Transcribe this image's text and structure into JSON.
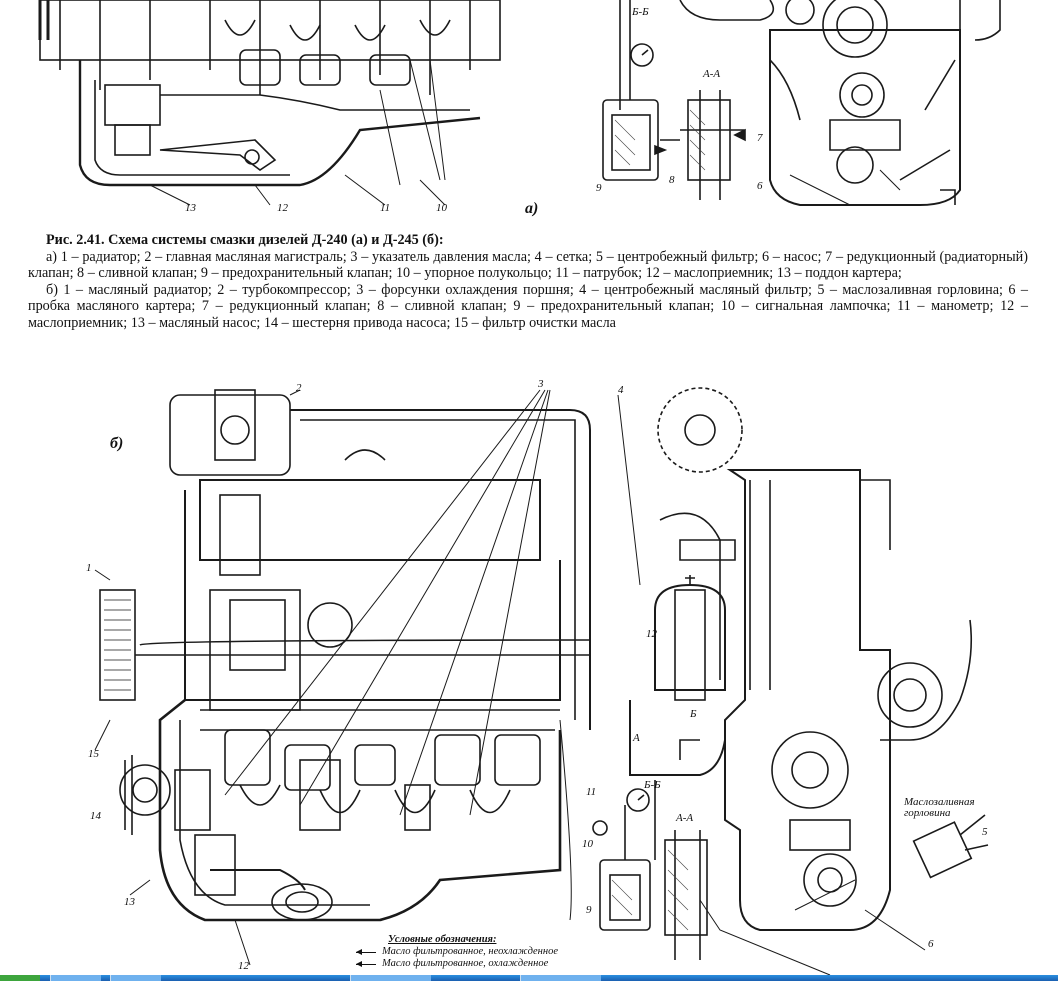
{
  "caption": {
    "title": "Рис. 2.41. Схема системы смазки дизелей Д-240 (а) и Д-245 (б):",
    "part_a": "а) 1 – радиатор; 2 – главная масляная магистраль; 3 – указатель давления масла; 4 – сетка; 5 – центробежный фильтр; 6 – насос; 7 – редукционный (радиаторный) клапан; 8 – сливной клапан; 9 – предохранительный клапан; 10 – упорное полукольцо; 11 – патрубок; 12 – маслоприемник; 13 – поддон картера;",
    "part_b": "б) 1 – масляный радиатор; 2 – турбокомпрессор; 3 – форсунки охлаждения поршня; 4 – центробежный масляный фильтр; 5 – маслозаливная горловина; 6 – пробка масляного картера; 7 – редукционный клапан; 8 – сливной клапан; 9 – предохранительный клапан; 10 – сигнальная лампочка; 11 – манометр; 12 – маслоприемник; 13 – масляный насос; 14 – шестерня привода насоса; 15 – фильтр очистки масла"
  },
  "labels_a": {
    "n13": "13",
    "n12": "12",
    "n11": "11",
    "n10": "10",
    "n9": "9",
    "n8": "8",
    "n7": "7",
    "n6": "6",
    "part": "а)",
    "bb": "Б-Б",
    "aa": "А-А"
  },
  "labels_b": {
    "part": "б)",
    "n1": "1",
    "n2": "2",
    "n3": "3",
    "n4": "4",
    "n5": "5",
    "n6": "6",
    "n9": "9",
    "n10": "10",
    "n11": "11",
    "n12a": "12",
    "n12b": "12",
    "n13": "13",
    "n14": "14",
    "n15": "15",
    "aa_cut": "А",
    "bb_cut": "Б",
    "bb": "Б-Б",
    "aa": "А-А",
    "filler_note": "Маслозаливная горловина"
  },
  "legend": {
    "title": "Условные обозначения:",
    "row1": "Масло фильтрованное, неохлажденное",
    "row2": "Масло фильтрованное, охлажденное"
  },
  "colors": {
    "ink": "#1a1a1a",
    "taskbar": "#1b5fb0"
  }
}
